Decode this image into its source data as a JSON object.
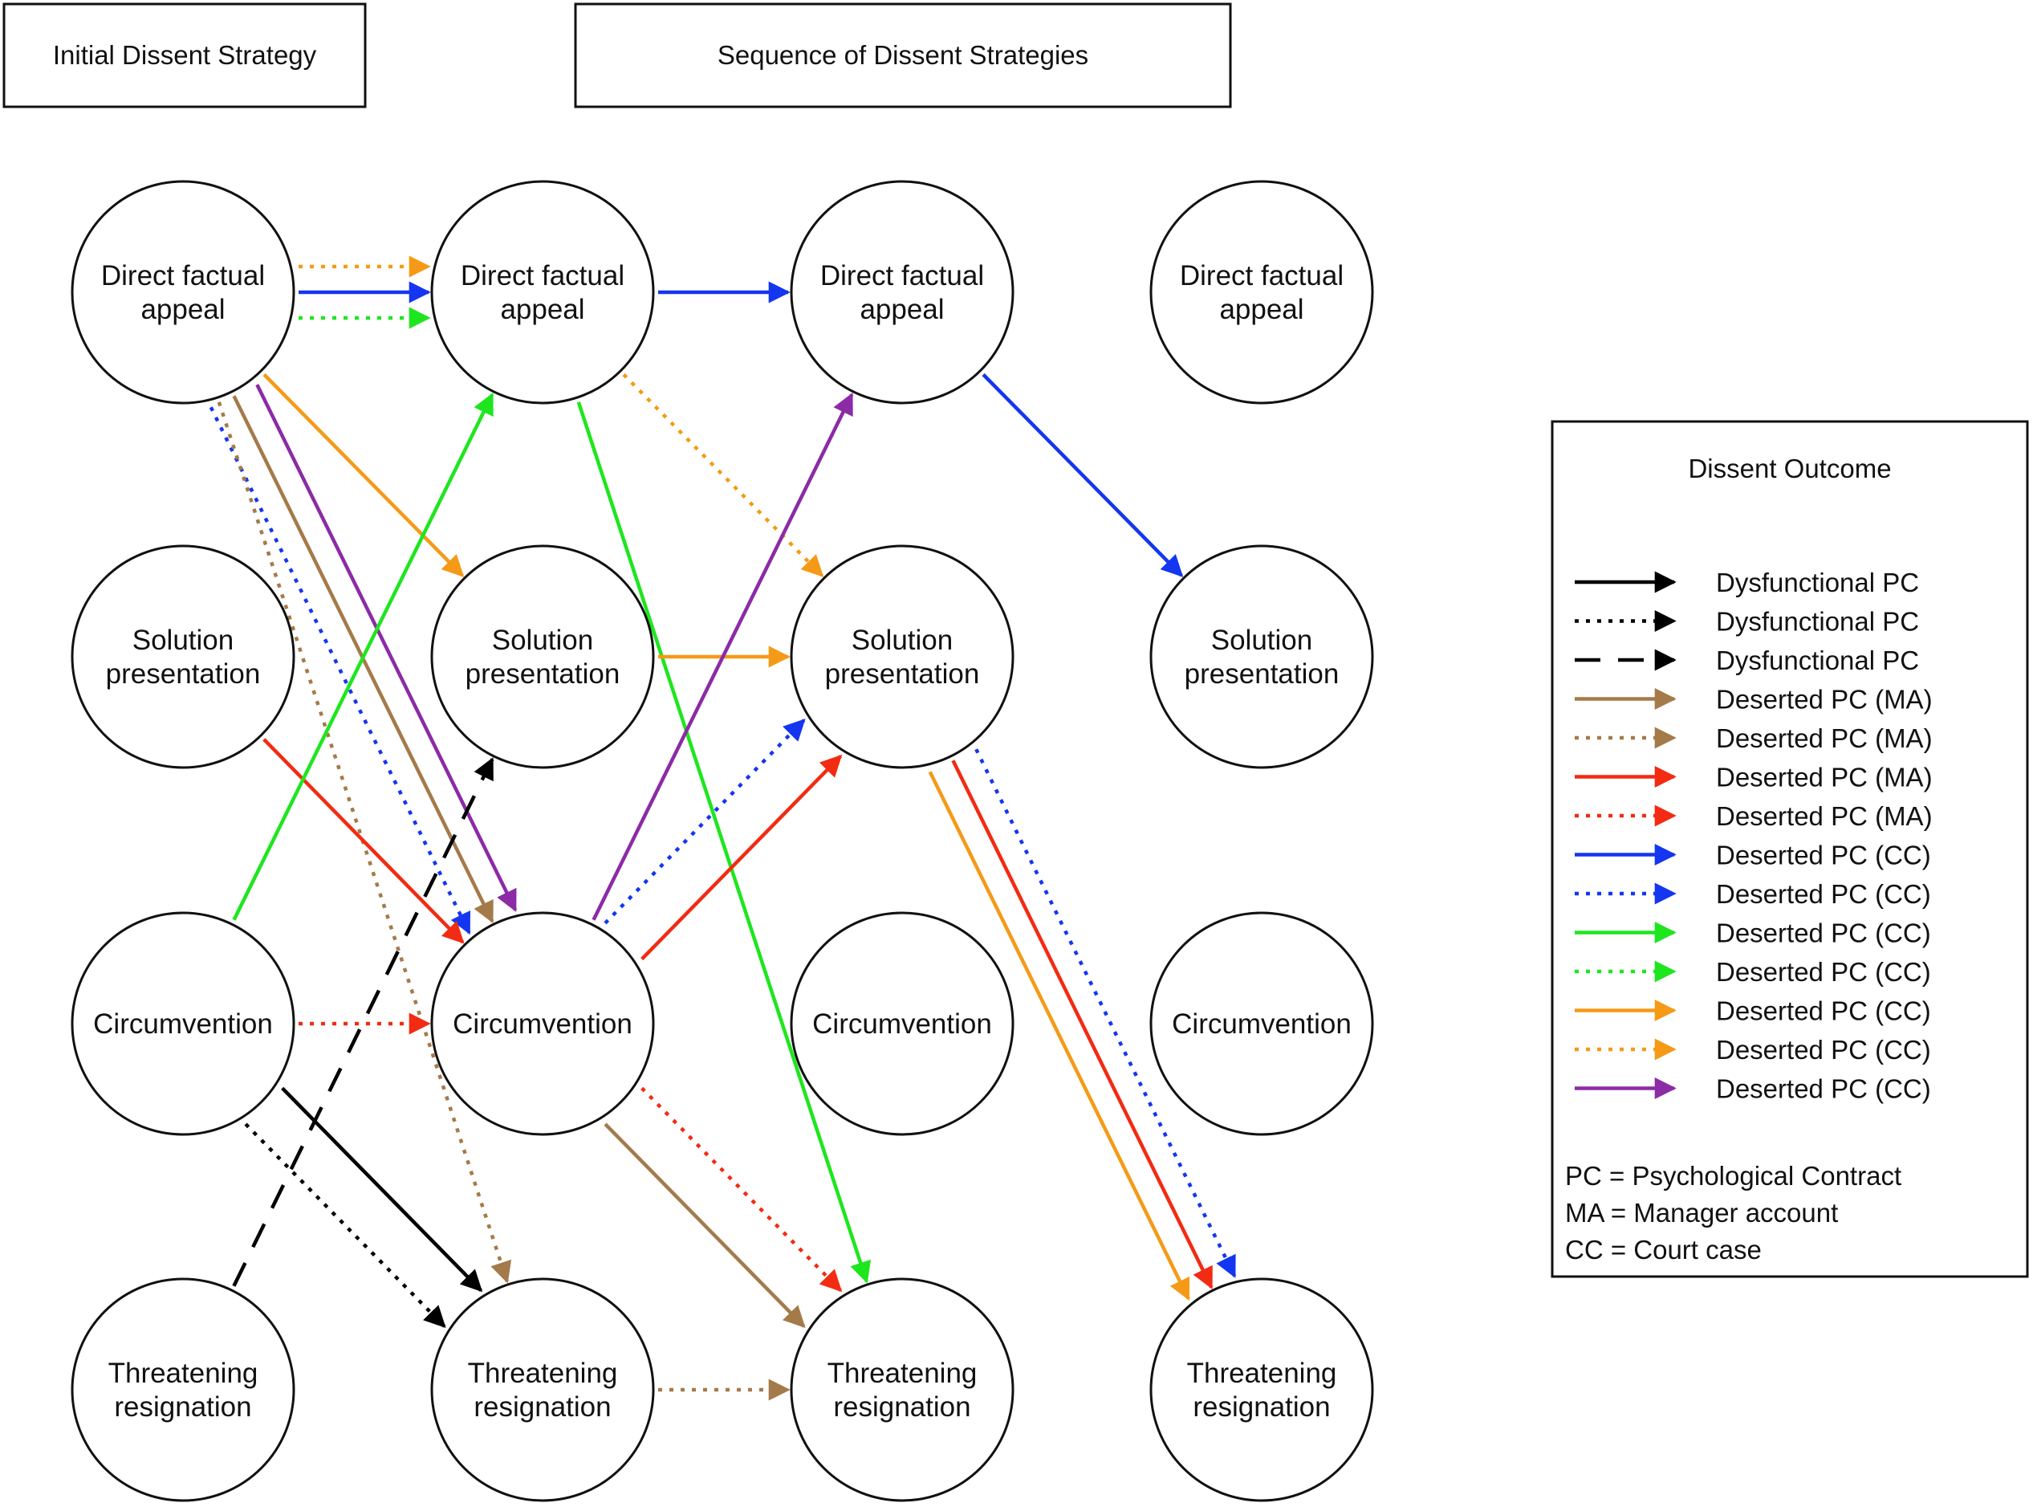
{
  "headers": {
    "initial": "Initial Dissent Strategy",
    "sequence": "Sequence of Dissent Strategies"
  },
  "columns": [
    {
      "nodes": [
        {
          "id": "c0-direct",
          "lines": [
            "Direct factual",
            "appeal"
          ]
        },
        {
          "id": "c0-solution",
          "lines": [
            "Solution",
            "presentation"
          ]
        },
        {
          "id": "c0-circ",
          "lines": [
            "Circumvention"
          ]
        },
        {
          "id": "c0-threat",
          "lines": [
            "Threatening",
            "resignation"
          ]
        }
      ]
    },
    {
      "nodes": [
        {
          "id": "c1-direct",
          "lines": [
            "Direct factual",
            "appeal"
          ]
        },
        {
          "id": "c1-solution",
          "lines": [
            "Solution",
            "presentation"
          ]
        },
        {
          "id": "c1-circ",
          "lines": [
            "Circumvention"
          ]
        },
        {
          "id": "c1-threat",
          "lines": [
            "Threatening",
            "resignation"
          ]
        }
      ]
    },
    {
      "nodes": [
        {
          "id": "c2-direct",
          "lines": [
            "Direct factual",
            "appeal"
          ]
        },
        {
          "id": "c2-solution",
          "lines": [
            "Solution",
            "presentation"
          ]
        },
        {
          "id": "c2-circ",
          "lines": [
            "Circumvention"
          ]
        },
        {
          "id": "c2-threat",
          "lines": [
            "Threatening",
            "resignation"
          ]
        }
      ]
    },
    {
      "nodes": [
        {
          "id": "c3-direct",
          "lines": [
            "Direct factual",
            "appeal"
          ]
        },
        {
          "id": "c3-solution",
          "lines": [
            "Solution",
            "presentation"
          ]
        },
        {
          "id": "c3-circ",
          "lines": [
            "Circumvention"
          ]
        },
        {
          "id": "c3-threat",
          "lines": [
            "Threatening",
            "resignation"
          ]
        }
      ]
    }
  ],
  "colors": {
    "black": "#000000",
    "brown": "#a57a4a",
    "red": "#f22b12",
    "blue": "#1436f0",
    "green": "#1ee61e",
    "orange": "#f59a17",
    "purple": "#8b2ba6"
  },
  "edges": [
    {
      "from": "c0-direct",
      "to": "c1-direct",
      "color": "orange",
      "style": "dotted",
      "lane": -1
    },
    {
      "from": "c0-direct",
      "to": "c1-direct",
      "color": "blue",
      "style": "solid",
      "lane": 0
    },
    {
      "from": "c0-direct",
      "to": "c1-direct",
      "color": "green",
      "style": "dotted",
      "lane": 1
    },
    {
      "from": "c0-direct",
      "to": "c1-solution",
      "color": "orange",
      "style": "solid"
    },
    {
      "from": "c0-direct",
      "to": "c1-circ",
      "color": "purple",
      "style": "solid",
      "lane": -1
    },
    {
      "from": "c0-direct",
      "to": "c1-circ",
      "color": "brown",
      "style": "solid",
      "lane": 0
    },
    {
      "from": "c0-direct",
      "to": "c1-circ",
      "color": "blue",
      "style": "dotted",
      "lane": 1
    },
    {
      "from": "c0-direct",
      "to": "c1-threat",
      "color": "brown",
      "style": "dotted"
    },
    {
      "from": "c0-solution",
      "to": "c1-circ",
      "color": "red",
      "style": "solid"
    },
    {
      "from": "c0-circ",
      "to": "c1-direct",
      "color": "green",
      "style": "solid"
    },
    {
      "from": "c0-circ",
      "to": "c1-circ",
      "color": "red",
      "style": "dotted"
    },
    {
      "from": "c0-circ",
      "to": "c1-threat",
      "color": "black",
      "style": "solid",
      "lane": -1
    },
    {
      "from": "c0-circ",
      "to": "c1-threat",
      "color": "black",
      "style": "dotted",
      "lane": 1
    },
    {
      "from": "c0-threat",
      "to": "c1-solution",
      "color": "black",
      "style": "dashed"
    },
    {
      "from": "c1-direct",
      "to": "c2-direct",
      "color": "blue",
      "style": "solid"
    },
    {
      "from": "c1-direct",
      "to": "c2-solution",
      "color": "orange",
      "style": "dotted"
    },
    {
      "from": "c1-direct",
      "to": "c2-threat",
      "color": "green",
      "style": "solid"
    },
    {
      "from": "c1-solution",
      "to": "c2-solution",
      "color": "orange",
      "style": "solid"
    },
    {
      "from": "c1-circ",
      "to": "c2-direct",
      "color": "purple",
      "style": "solid"
    },
    {
      "from": "c1-circ",
      "to": "c2-solution",
      "color": "blue",
      "style": "dotted",
      "lane": -1
    },
    {
      "from": "c1-circ",
      "to": "c2-solution",
      "color": "red",
      "style": "solid",
      "lane": 1
    },
    {
      "from": "c1-circ",
      "to": "c2-threat",
      "color": "red",
      "style": "dotted",
      "lane": -1
    },
    {
      "from": "c1-circ",
      "to": "c2-threat",
      "color": "brown",
      "style": "solid",
      "lane": 1
    },
    {
      "from": "c1-threat",
      "to": "c2-threat",
      "color": "brown",
      "style": "dotted"
    },
    {
      "from": "c2-direct",
      "to": "c3-solution",
      "color": "blue",
      "style": "solid"
    },
    {
      "from": "c2-solution",
      "to": "c3-threat",
      "color": "blue",
      "style": "dotted",
      "lane": -1
    },
    {
      "from": "c2-solution",
      "to": "c3-threat",
      "color": "red",
      "style": "solid",
      "lane": 0
    },
    {
      "from": "c2-solution",
      "to": "c3-threat",
      "color": "orange",
      "style": "solid",
      "lane": 1
    }
  ],
  "legend": {
    "title": "Dissent Outcome",
    "items": [
      {
        "label": "Dysfunctional PC",
        "color": "black",
        "style": "solid"
      },
      {
        "label": "Dysfunctional PC",
        "color": "black",
        "style": "dotted"
      },
      {
        "label": "Dysfunctional PC",
        "color": "black",
        "style": "dashed"
      },
      {
        "label": "Deserted PC (MA)",
        "color": "brown",
        "style": "solid"
      },
      {
        "label": "Deserted PC (MA)",
        "color": "brown",
        "style": "dotted"
      },
      {
        "label": "Deserted PC (MA)",
        "color": "red",
        "style": "solid"
      },
      {
        "label": "Deserted PC (MA)",
        "color": "red",
        "style": "dotted"
      },
      {
        "label": "Deserted PC (CC)",
        "color": "blue",
        "style": "solid"
      },
      {
        "label": "Deserted PC (CC)",
        "color": "blue",
        "style": "dotted"
      },
      {
        "label": "Deserted PC (CC)",
        "color": "green",
        "style": "solid"
      },
      {
        "label": "Deserted PC (CC)",
        "color": "green",
        "style": "dotted"
      },
      {
        "label": "Deserted PC (CC)",
        "color": "orange",
        "style": "solid"
      },
      {
        "label": "Deserted PC (CC)",
        "color": "orange",
        "style": "dotted"
      },
      {
        "label": "Deserted PC (CC)",
        "color": "purple",
        "style": "solid"
      }
    ],
    "notes": [
      "PC = Psychological Contract",
      "MA = Manager account",
      "CC = Court case"
    ]
  }
}
